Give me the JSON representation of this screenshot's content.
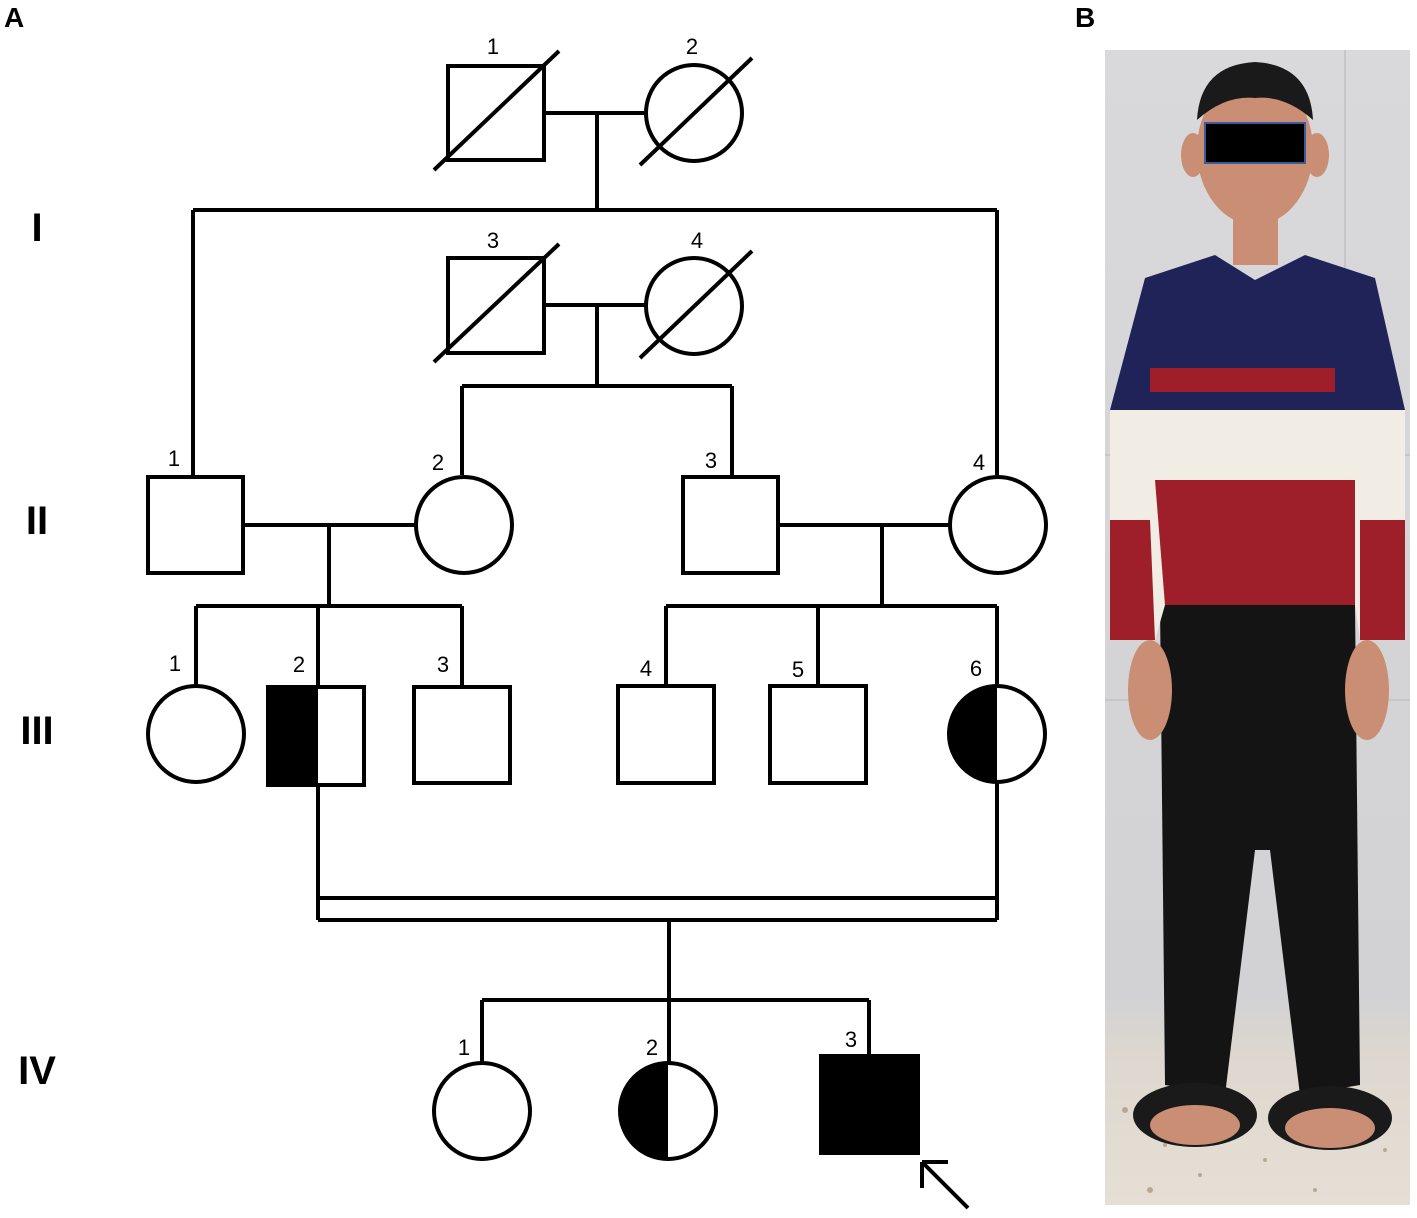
{
  "panels": {
    "a": "A",
    "b": "B"
  },
  "generations": [
    "I",
    "II",
    "III",
    "IV"
  ],
  "individuals": {
    "I": [
      {
        "id": "1",
        "sex": "male",
        "deceased": true,
        "affected": "none"
      },
      {
        "id": "2",
        "sex": "female",
        "deceased": true,
        "affected": "none"
      },
      {
        "id": "3",
        "sex": "male",
        "deceased": true,
        "affected": "none"
      },
      {
        "id": "4",
        "sex": "female",
        "deceased": true,
        "affected": "none"
      }
    ],
    "II": [
      {
        "id": "1",
        "sex": "male",
        "affected": "none"
      },
      {
        "id": "2",
        "sex": "female",
        "affected": "none"
      },
      {
        "id": "3",
        "sex": "male",
        "affected": "none"
      },
      {
        "id": "4",
        "sex": "female",
        "affected": "none"
      }
    ],
    "III": [
      {
        "id": "1",
        "sex": "female",
        "affected": "none"
      },
      {
        "id": "2",
        "sex": "male",
        "affected": "carrier"
      },
      {
        "id": "3",
        "sex": "male",
        "affected": "none"
      },
      {
        "id": "4",
        "sex": "male",
        "affected": "none"
      },
      {
        "id": "5",
        "sex": "male",
        "affected": "none"
      },
      {
        "id": "6",
        "sex": "female",
        "affected": "carrier"
      }
    ],
    "IV": [
      {
        "id": "1",
        "sex": "female",
        "affected": "none"
      },
      {
        "id": "2",
        "sex": "female",
        "affected": "carrier"
      },
      {
        "id": "3",
        "sex": "male",
        "affected": "affected",
        "proband": true
      }
    ]
  },
  "colors": {
    "line": "#000000",
    "fill": "#000000",
    "background": "#ffffff"
  }
}
